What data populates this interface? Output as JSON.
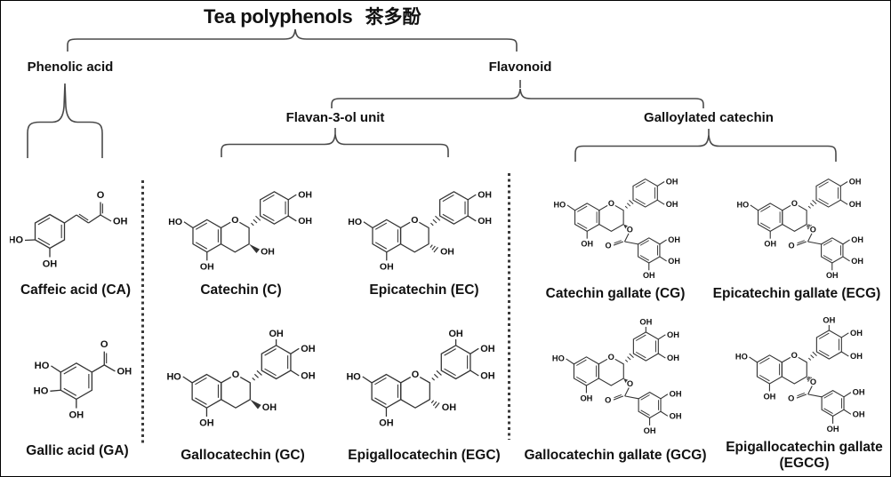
{
  "colors": {
    "background": "#ffffff",
    "frame": "#000000",
    "line": "#333333",
    "text": "#111111",
    "brace": "#4a4a4a"
  },
  "title": {
    "en": "Tea polyphenols",
    "zh": "茶多酚"
  },
  "tree": {
    "branch_left": "Phenolic acid",
    "branch_right": "Flavonoid",
    "sub_left": "Flavan-3-ol unit",
    "sub_right": "Galloylated catechin"
  },
  "atoms": {
    "oh": "OH",
    "ho": "HO",
    "o": "O"
  },
  "molecules": [
    {
      "id": "ca",
      "label": "Caffeic acid (CA)",
      "type": "caffeic"
    },
    {
      "id": "c",
      "label": "Catechin (C)",
      "type": "flavanol",
      "b_oh": 2,
      "epi": false,
      "gallate": false
    },
    {
      "id": "ec",
      "label": "Epicatechin (EC)",
      "type": "flavanol",
      "b_oh": 2,
      "epi": true,
      "gallate": false
    },
    {
      "id": "cg",
      "label": "Catechin gallate (CG)",
      "type": "flavanol",
      "b_oh": 2,
      "epi": false,
      "gallate": true
    },
    {
      "id": "ecg",
      "label": "Epicatechin gallate (ECG)",
      "type": "flavanol",
      "b_oh": 2,
      "epi": true,
      "gallate": true
    },
    {
      "id": "ga",
      "label": "Gallic acid (GA)",
      "type": "gallic"
    },
    {
      "id": "gc",
      "label": "Gallocatechin (GC)",
      "type": "flavanol",
      "b_oh": 3,
      "epi": false,
      "gallate": false
    },
    {
      "id": "egc",
      "label": "Epigallocatechin (EGC)",
      "type": "flavanol",
      "b_oh": 3,
      "epi": true,
      "gallate": false
    },
    {
      "id": "gcg",
      "label": "Gallocatechin gallate (GCG)",
      "type": "flavanol",
      "b_oh": 3,
      "epi": false,
      "gallate": true
    },
    {
      "id": "egcg",
      "label": "Epigallocatechin gallate (EGCG)",
      "type": "flavanol",
      "b_oh": 3,
      "epi": true,
      "gallate": true
    }
  ]
}
